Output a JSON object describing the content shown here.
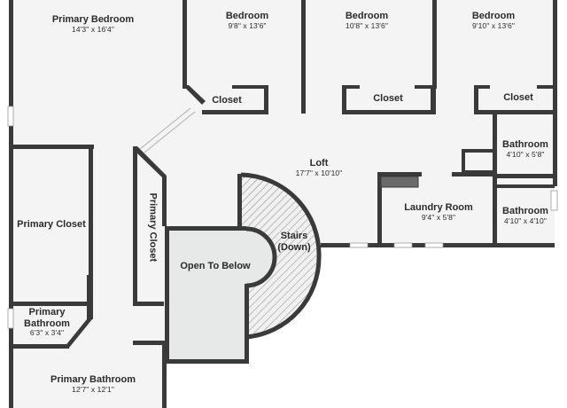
{
  "rooms": {
    "primary_bedroom": {
      "name": "Primary Bedroom",
      "dims": "14'3\" x 16'4\""
    },
    "bedroom_1": {
      "name": "Bedroom",
      "dims": "9'8\" x 13'6\""
    },
    "bedroom_2": {
      "name": "Bedroom",
      "dims": "10'8\" x 13'6\""
    },
    "bedroom_3": {
      "name": "Bedroom",
      "dims": "9'10\" x 13'6\""
    },
    "closet_1": {
      "name": "Closet"
    },
    "closet_2": {
      "name": "Closet"
    },
    "closet_3": {
      "name": "Closet"
    },
    "loft": {
      "name": "Loft",
      "dims": "17'7\" x 10'10\""
    },
    "bathroom_1": {
      "name": "Bathroom",
      "dims": "4'10\" x 5'8\""
    },
    "bathroom_2": {
      "name": "Bathroom",
      "dims": "4'10\" x 4'10\""
    },
    "laundry_room": {
      "name": "Laundry Room",
      "dims": "9'4\" x 5'8\""
    },
    "primary_closet": {
      "name": "Primary Closet"
    },
    "primary_closet_hall": {
      "name": "Primary Closet"
    },
    "stairs": {
      "name": "Stairs",
      "note": "(Down)"
    },
    "open_to_below": {
      "name": "Open To Below"
    },
    "primary_bathroom_small": {
      "name": "Primary Bathroom",
      "dims": "6'3\" x 3'4\""
    },
    "primary_bathroom": {
      "name": "Primary Bathroom",
      "dims": "12'7\" x 12'1\""
    }
  },
  "colors": {
    "floor": "#f4f4f4",
    "wall": "#3a3a3a",
    "open_area": "#e7e8e8",
    "stair_hatch": "#9a9a9a"
  }
}
